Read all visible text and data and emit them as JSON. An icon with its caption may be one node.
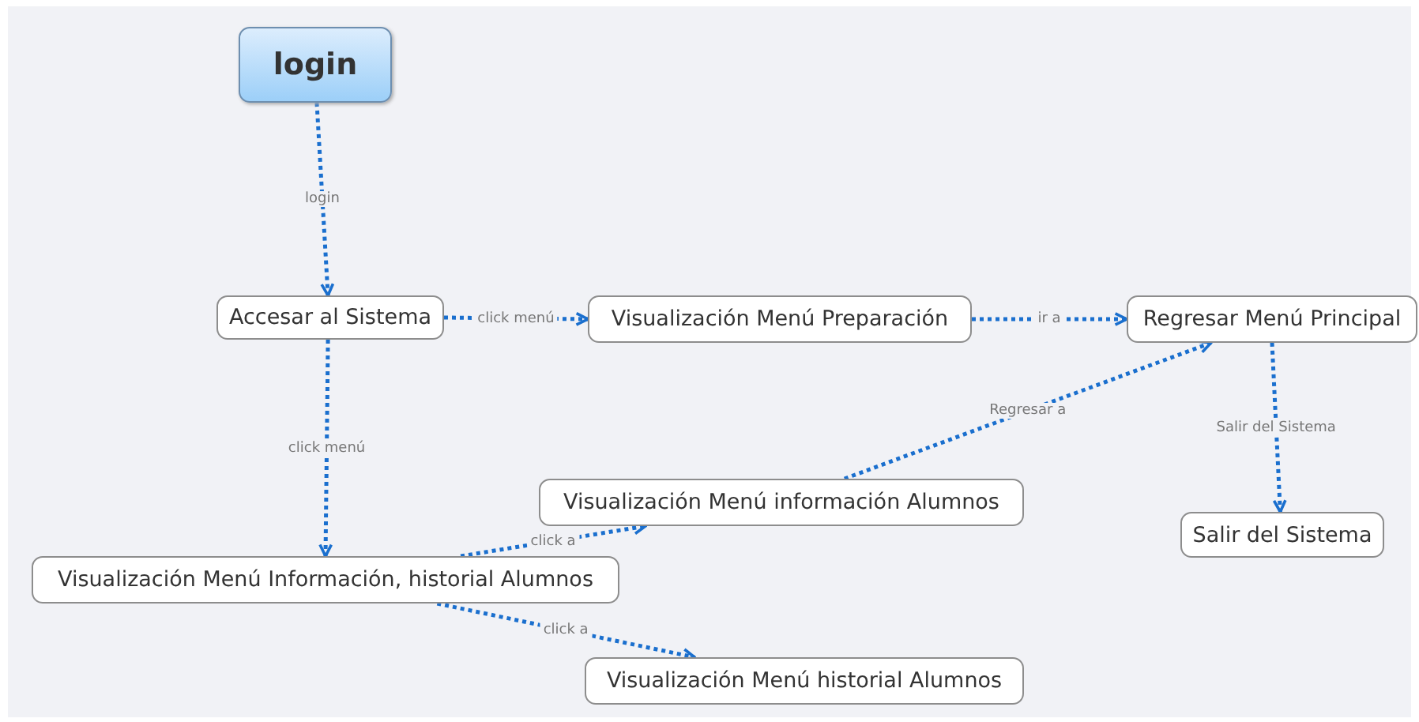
{
  "diagram": {
    "nodes": [
      {
        "text": [
          "login"
        ]
      },
      {
        "text": [
          "Accesar al Sistema"
        ]
      },
      {
        "text": [
          "Visualización Menú Preparación"
        ]
      },
      {
        "text": [
          "Regresar Menú Principal"
        ]
      },
      {
        "text": [
          "Visualización Menú información Alumnos"
        ]
      },
      {
        "text": [
          "Visualización Menú Información, historial Alumnos"
        ]
      },
      {
        "text": [
          "Salir del Sistema"
        ]
      },
      {
        "text": [
          "Visualización Menú historial Alumnos"
        ]
      }
    ],
    "edges": [
      {
        "from": 0,
        "to": 1,
        "arrow": "to",
        "label": "login"
      },
      {
        "from": 1,
        "to": 2,
        "arrow": "to",
        "label": "click menú"
      },
      {
        "from": 2,
        "to": 3,
        "arrow": "to",
        "label": "ir a"
      },
      {
        "from": 1,
        "to": 5,
        "arrow": "to",
        "label": "click menú"
      },
      {
        "from": 5,
        "to": 4,
        "arrow": "to",
        "label": "click a"
      },
      {
        "from": 5,
        "to": 7,
        "arrow": "to",
        "label": "click a"
      },
      {
        "from": 4,
        "to": 3,
        "arrow": "to",
        "label": "Regresar a"
      },
      {
        "from": 3,
        "to": 6,
        "arrow": "to",
        "label": "Salir del Sistema"
      }
    ]
  }
}
